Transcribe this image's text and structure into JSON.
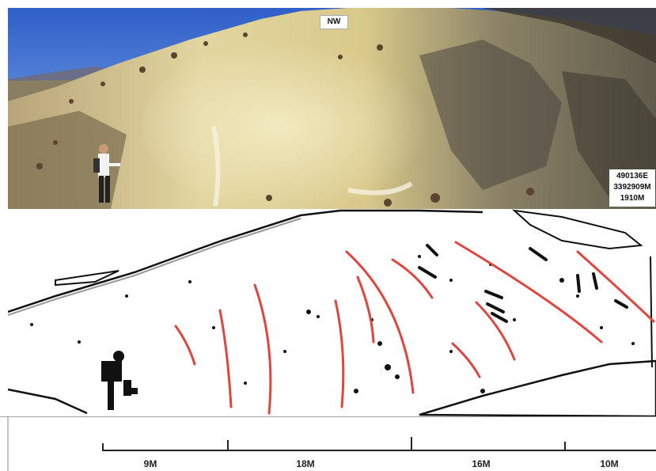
{
  "photo": {
    "orientation_label": "NW",
    "coordinates": {
      "easting": "490136E",
      "northing": "3392909M",
      "elevation": "1910M"
    }
  },
  "scale_bar": {
    "segments": [
      "9M",
      "18M",
      "16M",
      "10M"
    ]
  },
  "colors": {
    "sky_top": "#2f5fc8",
    "sky_bottom": "#8fb8ee",
    "rock_light": "#d8c98a",
    "rock_dark": "#5f5a4a",
    "fracture_red": "#e0453e",
    "outline": "#111111"
  }
}
